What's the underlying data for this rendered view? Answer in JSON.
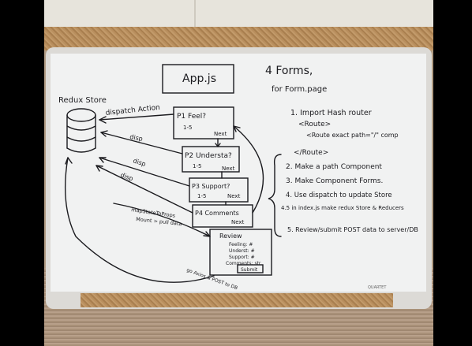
{
  "scene": {
    "colors": {
      "ink": "#1b1b1f",
      "board": "#f1f2f2",
      "cork": "#b98f5e",
      "frame": "#dcdad6"
    },
    "title_box": "App.js",
    "store_label": "Redux Store",
    "steps_header": "4 Forms,",
    "steps_subheader": "for Form.page",
    "steps": [
      "1. Import Hash router",
      "<Route>",
      "<Route exact path=\"/\" comp",
      "</Route>",
      "2. Make a path Component",
      "3. Make Component Forms.",
      "4. Use dispatch to update Store",
      "4.5 in index.js make redux Store & Reducers",
      "5. Review/submit POST data to server/DB"
    ],
    "pages": [
      {
        "title": "P1 Feel?",
        "range": "1-5",
        "next": "Next"
      },
      {
        "title": "P2 Understa?",
        "range": "1-5",
        "next": "Next"
      },
      {
        "title": "P3 Support?",
        "range": "1-5",
        "next": "Next"
      },
      {
        "title": "P4 Comments",
        "range": "",
        "next": "Next"
      }
    ],
    "review": {
      "title": "Review",
      "lines": [
        "Feeling: #",
        "Underst: #",
        "Support: #",
        "Comments: str"
      ],
      "button": "Submit"
    },
    "arrow_labels": {
      "dispatch": "dispatch Action",
      "d1": "disp",
      "d2": "disp",
      "d3": "disp",
      "mapstate": "mapStateToProps",
      "pull": "Mount > pull data",
      "post": "go Axios & POST to DB"
    },
    "brand": "QUARTET"
  }
}
